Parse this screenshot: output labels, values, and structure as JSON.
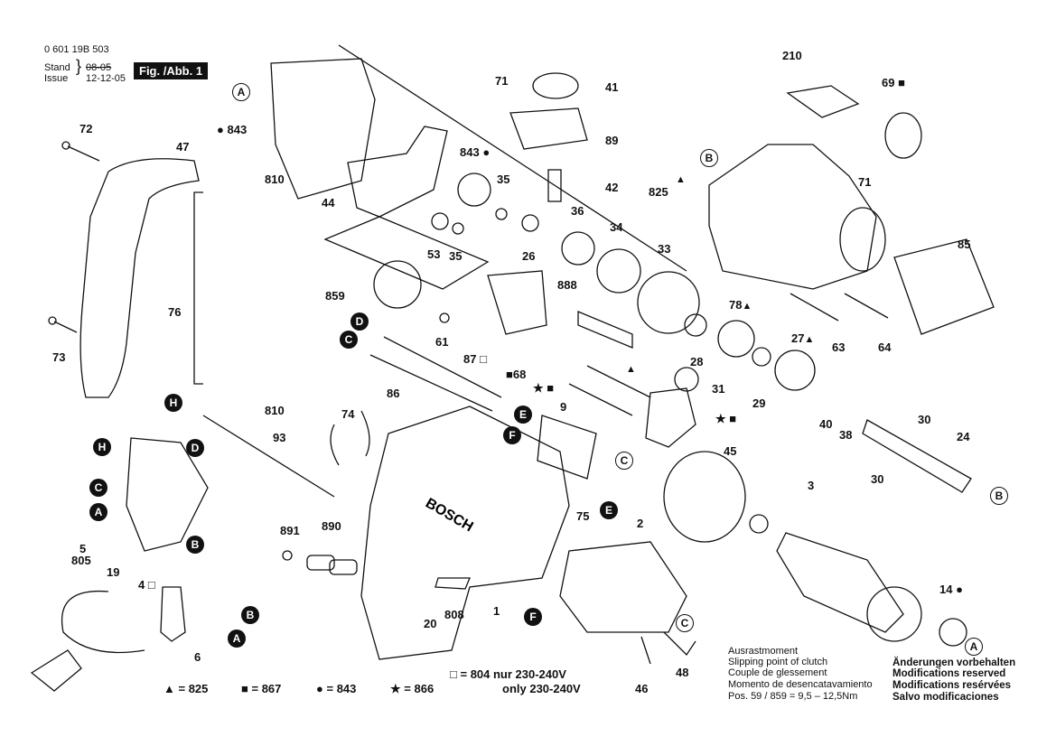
{
  "header": {
    "part_number": "0 601 19B 503",
    "stand_label": "Stand",
    "issue_label": "Issue",
    "old_date": "08-05",
    "issue_date": "12-12-05",
    "figure": "Fig. /Abb. 1"
  },
  "callouts": {
    "c210": "210",
    "c69": "69",
    "c71a": "71",
    "c71b": "71",
    "c41": "41",
    "c89": "89",
    "c42": "42",
    "c843a": "843",
    "c843b": "843",
    "c35a": "35",
    "c35b": "35",
    "c53": "53",
    "c44": "44",
    "c26": "26",
    "c36": "36",
    "c34": "34",
    "c33": "33",
    "c825": "825",
    "c85": "85",
    "c72": "72",
    "c47": "47",
    "c810a": "810",
    "c810b": "810",
    "c76": "76",
    "c73": "73",
    "c859": "859",
    "c61": "61",
    "c888": "888",
    "c68": "68",
    "c87": "87",
    "c86": "86",
    "c78": "78",
    "c27": "27",
    "c63": "63",
    "c64": "64",
    "c28": "28",
    "c29": "29",
    "c31": "31",
    "c9": "9",
    "c74": "74",
    "c93": "93",
    "c30a": "30",
    "c30b": "30",
    "c24": "24",
    "c40": "40",
    "c38": "38",
    "c45": "45",
    "c3": "3",
    "c2": "2",
    "c75": "75",
    "c891": "891",
    "c890": "890",
    "c5": "5",
    "c805": "805",
    "c19": "19",
    "c4": "4",
    "c6": "6",
    "c20": "20",
    "c808": "808",
    "c1": "1",
    "c14": "14",
    "c48": "48",
    "c46": "46"
  },
  "connectors": {
    "A": "A",
    "B": "B",
    "C": "C",
    "D": "D",
    "E": "E",
    "F": "F",
    "H": "H"
  },
  "markers": {
    "triangle": "▲",
    "square": "■",
    "circle": "●",
    "star": "★",
    "open_square": "□"
  },
  "legend": {
    "triangle_eq": "= 825",
    "square_eq": "= 867",
    "circle_eq": "= 843",
    "star_eq": "= 866",
    "open_square_line1": "= 804 nur 230-240V",
    "open_square_line2": "only 230-240V"
  },
  "clutch_note": {
    "line1": "Ausrastmoment",
    "line2": "Slipping point of clutch",
    "line3": "Couple de glessement",
    "line4": "Momento de desencatavamiento",
    "line5": "Pos.  59 / 859  =   9,5  –  12,5Nm"
  },
  "reserved_note": {
    "line1": "Änderungen vorbehalten",
    "line2": "Modifications reserved",
    "line3": "Modifications resérvées",
    "line4": "Salvo modificaciones"
  },
  "brand_on_housing": "BOSCH"
}
